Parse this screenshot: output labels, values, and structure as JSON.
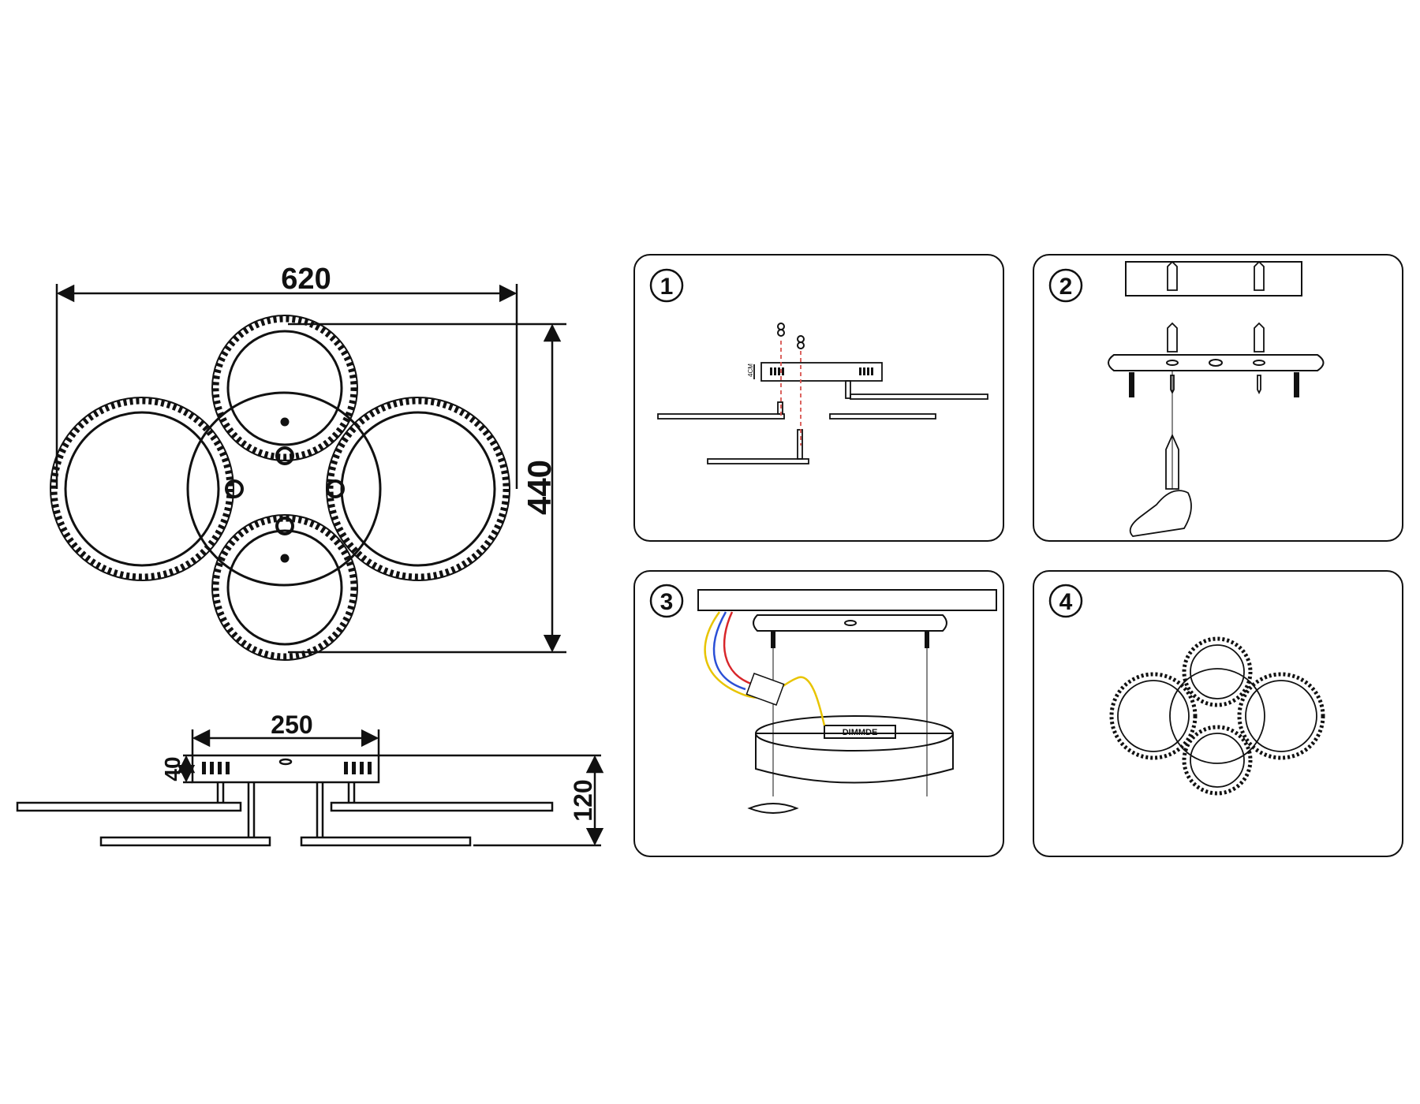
{
  "dimensions": {
    "width_top": "620",
    "height_top": "440",
    "base_width": "250",
    "base_height": "40",
    "total_height": "120"
  },
  "steps": [
    {
      "number": "1"
    },
    {
      "number": "2"
    },
    {
      "number": "3"
    },
    {
      "number": "4"
    }
  ],
  "labels": {
    "vertical_4cm": "4CM",
    "driver": "DIMMDE"
  },
  "colors": {
    "line": "#111111",
    "dash_red": "#d9534f",
    "wire_yellow": "#e8c400",
    "wire_blue": "#2a4fd6",
    "wire_red": "#d8262a"
  }
}
